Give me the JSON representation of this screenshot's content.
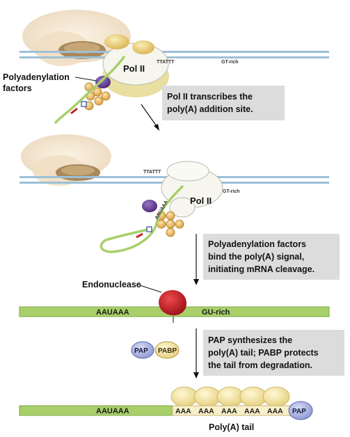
{
  "labels": {
    "polyadenylation_factors_line1": "Polyadenylation",
    "polyadenylation_factors_line2": "factors",
    "pol_ii_top": "Pol II",
    "pol_ii_middle": "Pol II",
    "tfatt_top": "TTATTT",
    "gt_rich_top": "GT-rich",
    "tfatt_middle": "TTATTT",
    "gt_rich_middle": "GT-rich",
    "aauaaa_middle": "AAUAAA",
    "endonuclease": "Endonuclease",
    "aauaaa_cleavage": "AAUAAA",
    "gu_rich": "GU-rich",
    "pap": "PAP",
    "pabp": "PABP",
    "aauaaa_final": "AAUAAA",
    "aaa_segments": [
      "AAA",
      "AAA",
      "AAA",
      "AAA",
      "AAA"
    ],
    "pap_final": "PAP",
    "poly_a_tail": "Poly(A) tail"
  },
  "captions": {
    "step1": [
      "Pol II transcribes the",
      "poly(A) addition site."
    ],
    "step2": [
      "Polyadenylation factors",
      "bind the poly(A) signal,",
      "initiating mRNA cleavage."
    ],
    "step3": [
      "PAP synthesizes the",
      "poly(A) tail; PABP protects",
      "the tail from degradation."
    ]
  },
  "colors": {
    "dna_strand": "#9cc0d8",
    "mrna_green": "#a8cf6a",
    "pol_ii_body": "#f2f0e6",
    "factor_tan": "#e8c56e",
    "factor_purple": "#6a3d9a",
    "endonuclease_red": "#c81e28",
    "pabp_yellow": "#f3e4a2",
    "pap_blue": "#9aa4d8",
    "caption_bg": "#dcdcdc"
  }
}
